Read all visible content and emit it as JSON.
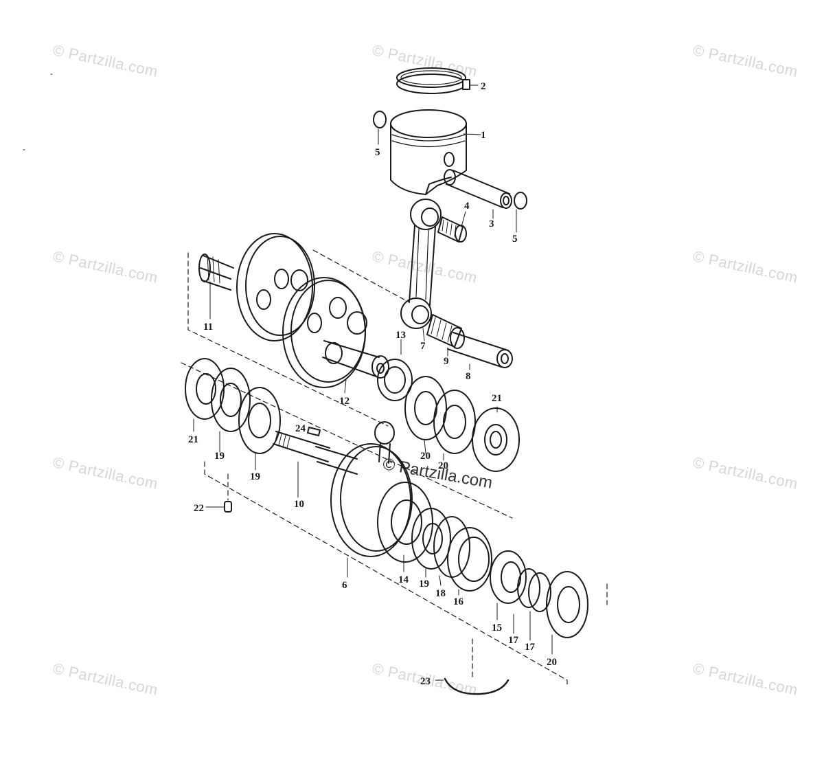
{
  "watermark": "© Partzilla.com",
  "watermark_center": "© Partzilla.com",
  "colors": {
    "line": "#1a1a1a",
    "watermark": "#d6d6d6"
  },
  "callouts": [
    "1",
    "2",
    "3",
    "4",
    "5",
    "5",
    "6",
    "7",
    "8",
    "9",
    "10",
    "11",
    "12",
    "13",
    "14",
    "15",
    "16",
    "17",
    "17",
    "18",
    "19",
    "19",
    "19",
    "20",
    "20",
    "20",
    "21",
    "21",
    "22",
    "23",
    "24"
  ]
}
